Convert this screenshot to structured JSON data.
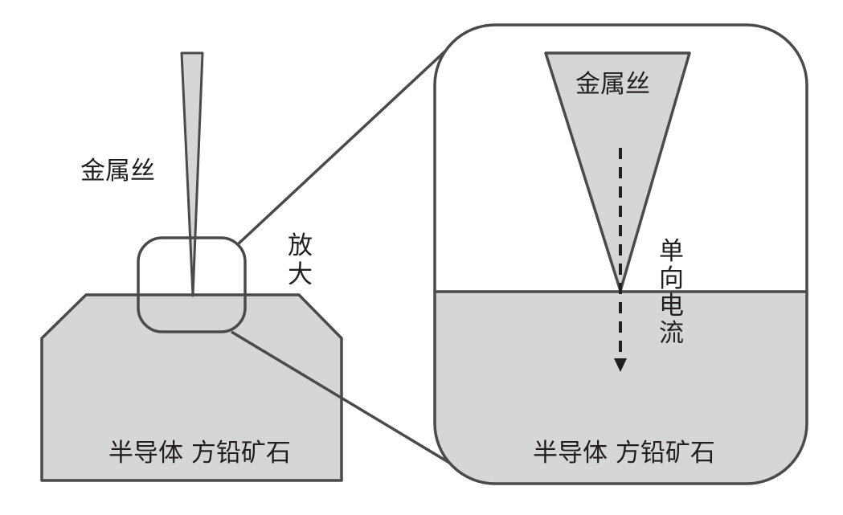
{
  "labels": {
    "wire_left": "金属丝",
    "magnify": "放大",
    "semiconductor_left": "半导体 方铅矿石",
    "wire_right": "金属丝",
    "current": "单向电流",
    "semiconductor_right": "半导体 方铅矿石"
  },
  "colors": {
    "stroke": "#4a4a4a",
    "fill": "#d6d6d6",
    "background": "#ffffff",
    "arrow": "#231f20"
  }
}
